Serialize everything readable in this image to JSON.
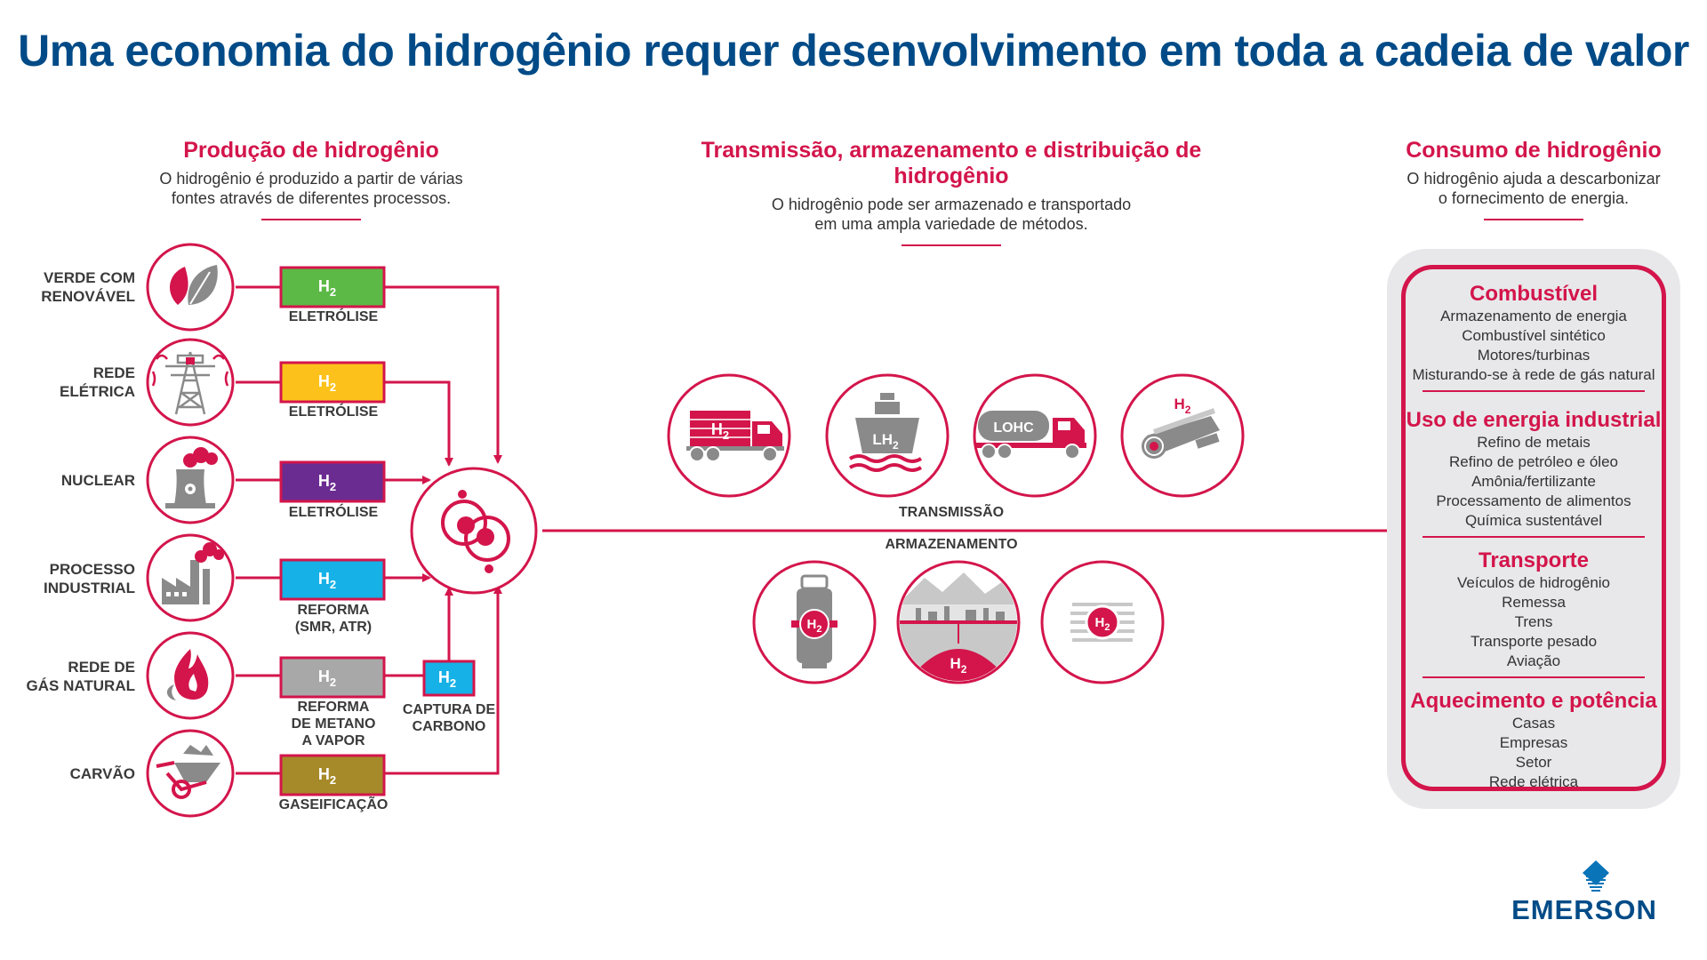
{
  "title": "Uma economia do hidrogênio requer desenvolvimento em toda a cadeia de valor",
  "production": {
    "heading": "Produção de hidrogênio",
    "desc_line1": "O hidrogênio é produzido a partir de várias",
    "desc_line2": "fontes através de diferentes processos.",
    "sources": [
      {
        "line1": "VERDE COM",
        "line2": "RENOVÁVEL",
        "icon": "leaf-icon",
        "process1": "ELETRÓLISE",
        "process2": "",
        "process3": "",
        "color": "#5cb946"
      },
      {
        "line1": "REDE",
        "line2": "ELÉTRICA",
        "icon": "power-tower-icon",
        "process1": "ELETRÓLISE",
        "process2": "",
        "process3": "",
        "color": "#fcc21b"
      },
      {
        "line1": "NUCLEAR",
        "line2": "",
        "icon": "nuclear-plant-icon",
        "process1": "ELETRÓLISE",
        "process2": "",
        "process3": "",
        "color": "#6b2c91"
      },
      {
        "line1": "PROCESSO",
        "line2": "INDUSTRIAL",
        "icon": "factory-icon",
        "process1": "REFORMA",
        "process2": "(SMR, ATR)",
        "process3": "",
        "color": "#16b1e6"
      },
      {
        "line1": "REDE DE",
        "line2": "GÁS NATURAL",
        "icon": "flame-icon",
        "process1": "REFORMA",
        "process2": "DE METANO",
        "process3": "A VAPOR",
        "color": "#a8a8a8"
      },
      {
        "line1": "CARVÃO",
        "line2": "",
        "icon": "coal-wheelbarrow-icon",
        "process1": "GASEIFICAÇÃO",
        "process2": "",
        "process3": "",
        "color": "#a68a29"
      }
    ],
    "h2_symbol": "H",
    "h2_sub": "2",
    "capture_line1": "CAPTURA DE",
    "capture_line2": "CARBONO",
    "capture_color": "#16b1e6"
  },
  "transmission": {
    "heading": "Transmissão, armazenamento e distribuição de hidrogênio",
    "desc_line1": "O hidrogênio pode ser armazenado e transportado",
    "desc_line2": "em uma ampla variedade de métodos.",
    "transmission_label": "TRANSMISSÃO",
    "storage_label": "ARMAZENAMENTO",
    "lh_label": "LH",
    "lohc_label": "LOHC",
    "transport_icons": [
      "h2-truck-icon",
      "lh2-ship-icon",
      "lohc-tanker-truck-icon",
      "h2-pipeline-icon"
    ],
    "storage_icons": [
      "h2-cylinder-icon",
      "underground-cavern-icon",
      "h2-tank-stack-icon"
    ]
  },
  "consumption": {
    "heading": "Consumo de hidrogênio",
    "desc_line1": "O hidrogênio ajuda a descarbonizar",
    "desc_line2": "o fornecimento de energia.",
    "groups": [
      {
        "title": "Combustível",
        "items": [
          "Armazenamento de energia",
          "Combustível sintético",
          "Motores/turbinas",
          "Misturando-se à rede de gás natural"
        ]
      },
      {
        "title": "Uso de energia industrial",
        "items": [
          "Refino de metais",
          "Refino de petróleo e óleo",
          "Amônia/fertilizante",
          "Processamento de alimentos",
          "Química sustentável"
        ]
      },
      {
        "title": "Transporte",
        "items": [
          "Veículos de hidrogênio",
          "Remessa",
          "Trens",
          "Transporte pesado",
          "Aviação"
        ]
      },
      {
        "title": "Aquecimento e potência",
        "items": [
          "Casas",
          "Empresas",
          "Setor",
          "Rede elétrica"
        ]
      }
    ]
  },
  "brand": {
    "name": "EMERSON"
  },
  "colors": {
    "accent": "#d3154b",
    "title": "#004b87",
    "text": "#3a3a3a",
    "panel": "#e8e8ea",
    "icon_gray": "#8a8a8a"
  }
}
